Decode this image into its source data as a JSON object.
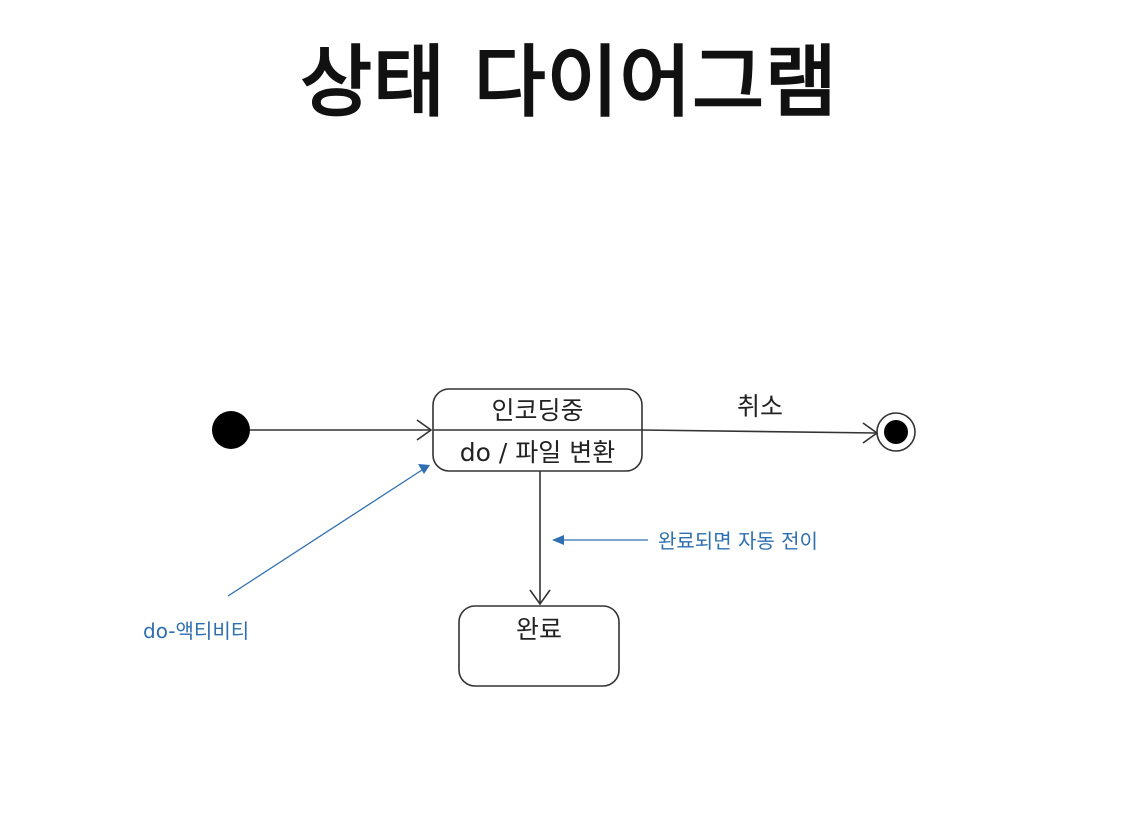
{
  "title": "상태 다이어그램",
  "states": {
    "encoding": {
      "name": "인코딩중",
      "activity": "do / 파일 변환"
    },
    "done": {
      "name": "완료"
    }
  },
  "transitions": {
    "cancel": "취소"
  },
  "annotations": {
    "auto_transition": "완료되면 자동 전이",
    "do_activity": "do-액티비티"
  },
  "colors": {
    "line": "#333333",
    "annotation": "#2e6fb2",
    "title": "#111111"
  }
}
